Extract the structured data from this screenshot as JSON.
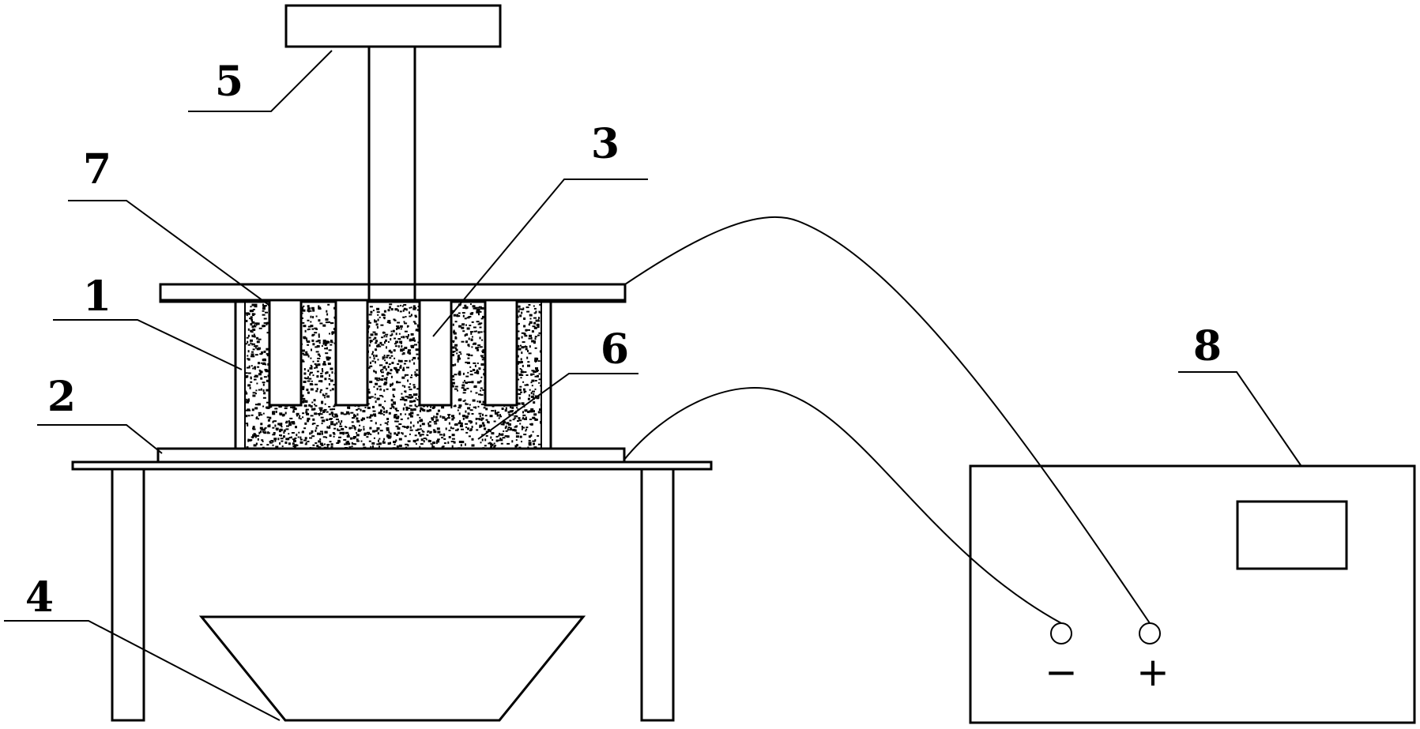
{
  "labels": {
    "p1": "1",
    "p2": "2",
    "p3": "3",
    "p4": "4",
    "p5": "5",
    "p6": "6",
    "p7": "7",
    "p8": "8"
  },
  "power_supply": {
    "negative_sign": "−",
    "positive_sign": "+"
  },
  "colors": {
    "stroke": "#000000",
    "background": "#ffffff",
    "speckle": "#000000"
  }
}
